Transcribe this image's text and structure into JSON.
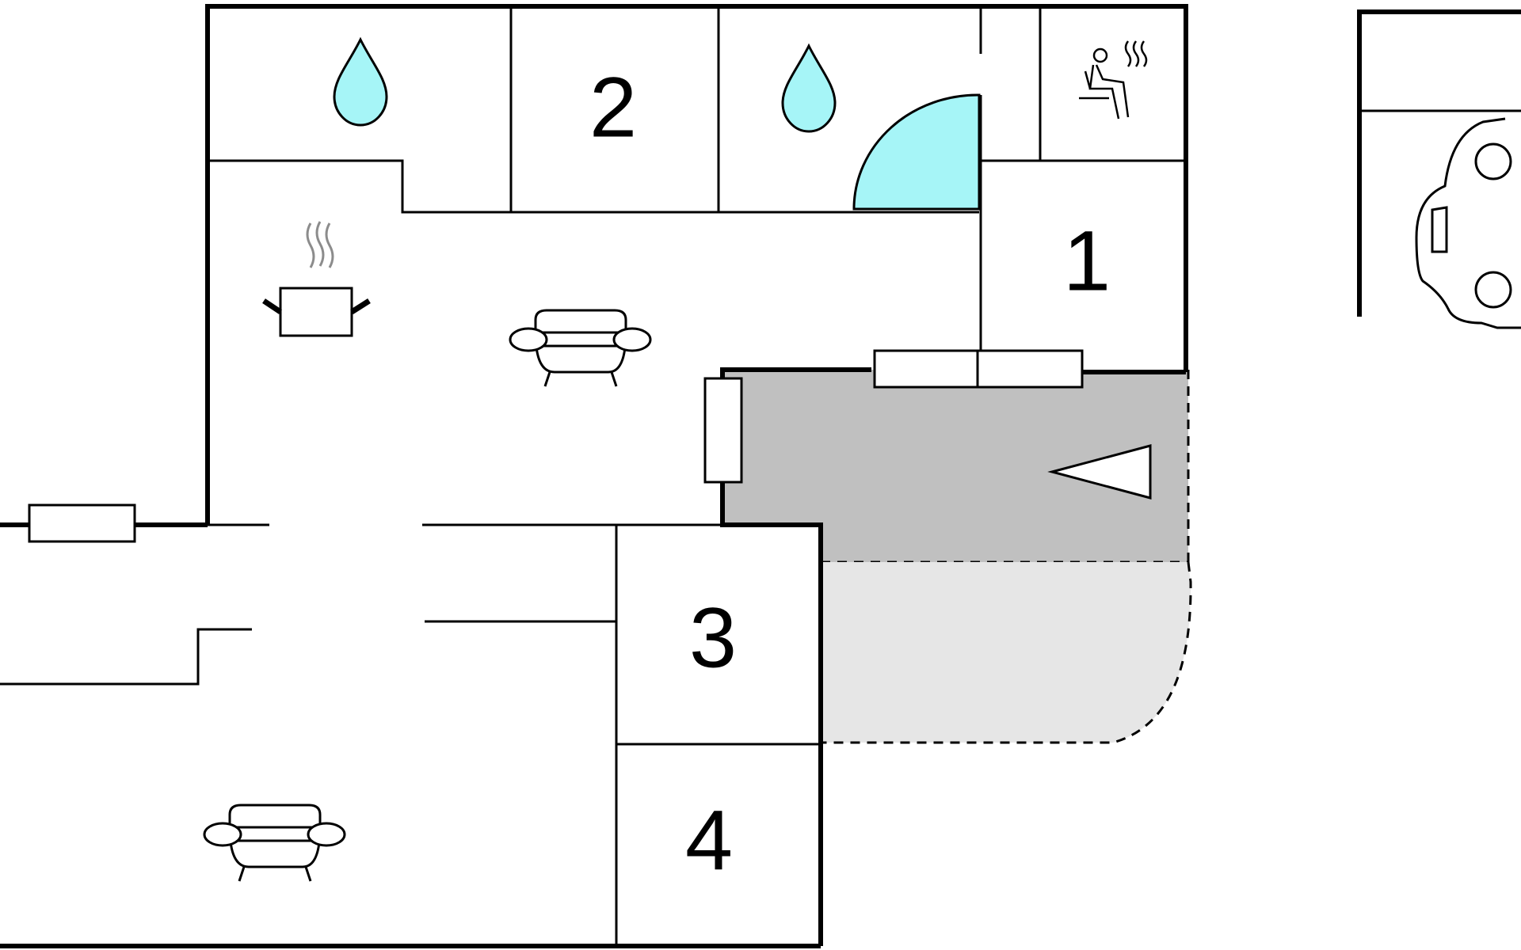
{
  "rooms": {
    "bedroom_1": "1",
    "bedroom_2": "2",
    "bedroom_3": "3",
    "bedroom_4": "4"
  },
  "icons": {
    "bathroom_1": "water-drop-icon",
    "bathroom_2": "water-drop-icon",
    "sauna": "sauna-icon",
    "kitchen": "cooking-pot-icon",
    "living_room_1": "sofa-icon",
    "living_room_2": "sofa-icon",
    "carport": "car-icon",
    "entrance": "entrance-arrow-icon"
  },
  "colors": {
    "water": "#a6f5f7",
    "terrace_covered": "#c0c0c0",
    "terrace_open": "#e6e6e6",
    "wall": "#000000",
    "steam": "#8c8c8c"
  }
}
